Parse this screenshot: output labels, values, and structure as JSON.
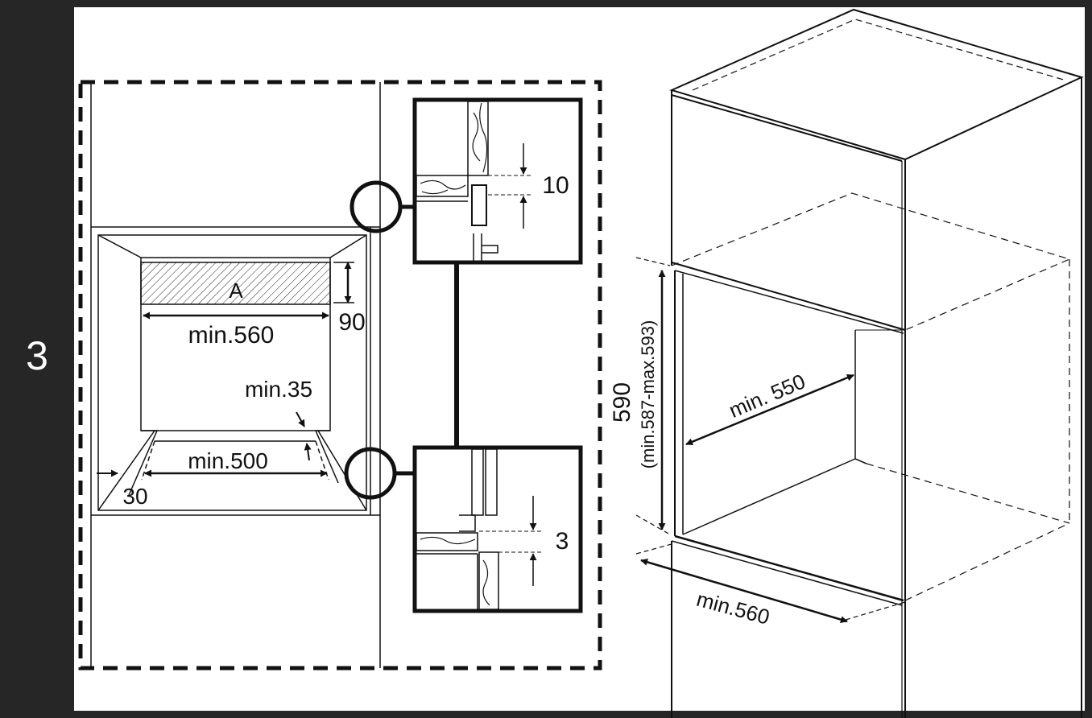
{
  "step_number": "3",
  "labels": {
    "a": "A",
    "min560_top": "min.560",
    "h90": "90",
    "min35": "min.35",
    "min500": "min.500",
    "w30": "30",
    "gap10": "10",
    "gap3": "3",
    "min550": "min. 550",
    "h590": "590",
    "h590_range": "(min.587-max.593)",
    "min560_bottom": "min.560"
  },
  "colors": {
    "ink": "#111111",
    "sidebar": "#262626",
    "background": "#ffffff"
  }
}
